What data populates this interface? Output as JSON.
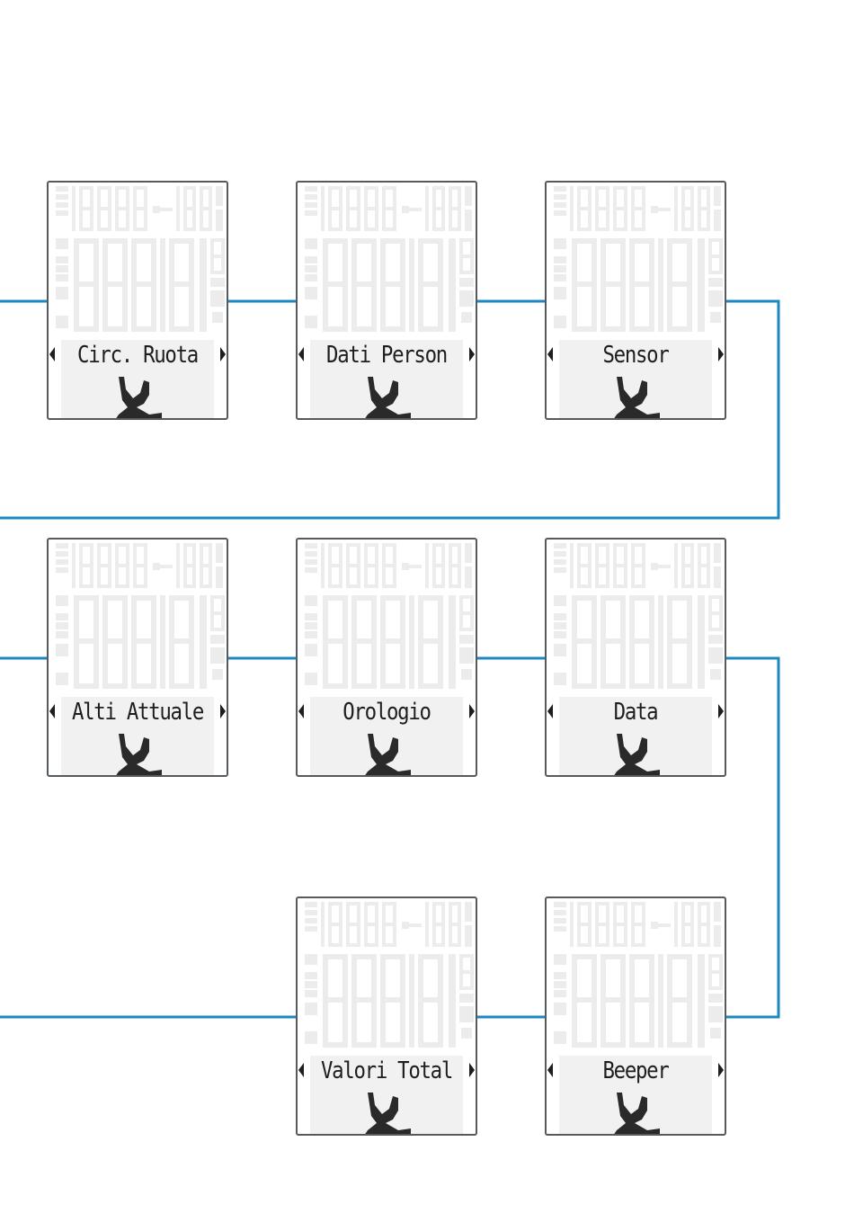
{
  "colors": {
    "connector": "#1c87c0",
    "frame": "#555a5e",
    "text": "#1e1e1e",
    "lcd_ghost": "#ececec",
    "label_bg": "#f1f1f1"
  },
  "screens": [
    {
      "label": "Circ. Ruota",
      "icon": "wrench-icon"
    },
    {
      "label": "Dati Person",
      "icon": "wrench-icon"
    },
    {
      "label": "Sensor",
      "icon": "wrench-icon"
    },
    {
      "label": "Alti Attuale",
      "icon": "wrench-icon"
    },
    {
      "label": "Orologio",
      "icon": "wrench-icon"
    },
    {
      "label": "Data",
      "icon": "wrench-icon"
    },
    {
      "label": "Valori Total",
      "icon": "wrench-icon"
    },
    {
      "label": "Beeper",
      "icon": "wrench-icon"
    }
  ]
}
